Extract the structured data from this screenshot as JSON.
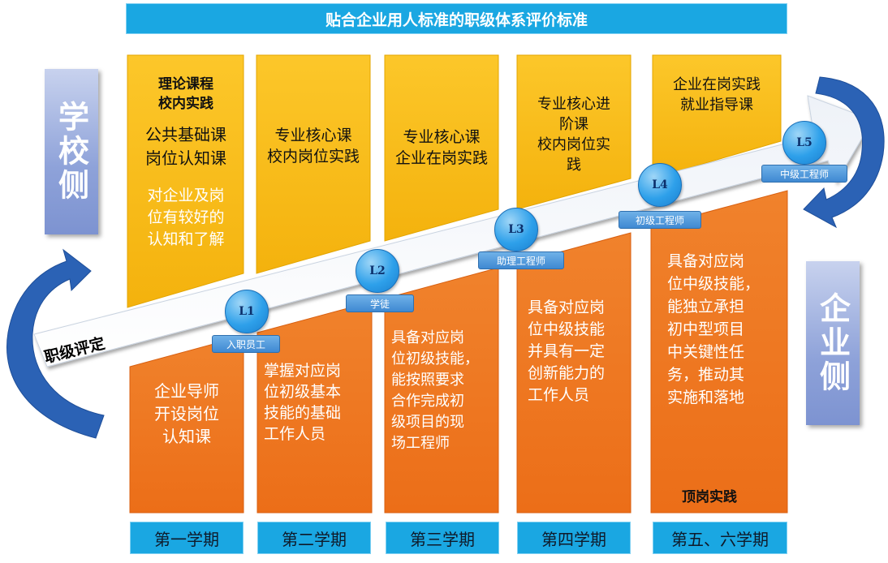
{
  "title": "贴合企业用人标准的职级体系评价标准",
  "sides": {
    "school": "学校侧",
    "company": "企业侧"
  },
  "arrow_label": "职级评定",
  "columns": [
    {
      "top_lines": [
        "理论课程",
        "校内实践"
      ],
      "course_lines": [
        "公共基础课",
        "岗位认知课"
      ],
      "goal_lines": [
        "对企业及岗",
        "位有较好的",
        "认知和了解"
      ],
      "bottom_lines": [
        "企业导师",
        "开设岗位",
        "认知课"
      ],
      "semester": "第一学期"
    },
    {
      "course_lines": [
        "专业核心课",
        "校内岗位实践"
      ],
      "bottom_lines": [
        "掌握对应岗",
        "位初级基本",
        "技能的基础",
        "工作人员"
      ],
      "semester": "第二学期"
    },
    {
      "course_lines": [
        "专业核心课",
        "企业在岗实践"
      ],
      "bottom_lines": [
        "具备对应岗",
        "位初级技能，",
        "能按照要求",
        "合作完成初",
        "级项目的现",
        "场工程师"
      ],
      "semester": "第三学期"
    },
    {
      "course_lines": [
        "专业核心进",
        "阶课",
        "校内岗位实",
        "践"
      ],
      "bottom_lines": [
        "具备对应岗",
        "位中级技能",
        "并具有一定",
        "创新能力的",
        "工作人员"
      ],
      "semester": "第四学期"
    },
    {
      "course_lines": [
        "企业在岗实践",
        "就业指导课"
      ],
      "bottom_lines": [
        "具备对应岗",
        "位中级技能，",
        "能独立承担",
        "初中型项目",
        "中关键性任",
        "务，推动其",
        "实施和落地"
      ],
      "practice": "顶岗实践",
      "semester": "第五、六学期"
    }
  ],
  "levels": [
    {
      "code": "L1",
      "title": "入职员工"
    },
    {
      "code": "L2",
      "title": "学徒"
    },
    {
      "code": "L3",
      "title": "助理工程师"
    },
    {
      "code": "L4",
      "title": "初级工程师"
    },
    {
      "code": "L5",
      "title": "中级工程师"
    }
  ],
  "colors": {
    "yellow": "#fbbf1d",
    "orange": "#f07a22",
    "blue": "#1aa7e2",
    "side": "#8ea2d9",
    "curve_arrow": "#2b62b5"
  }
}
